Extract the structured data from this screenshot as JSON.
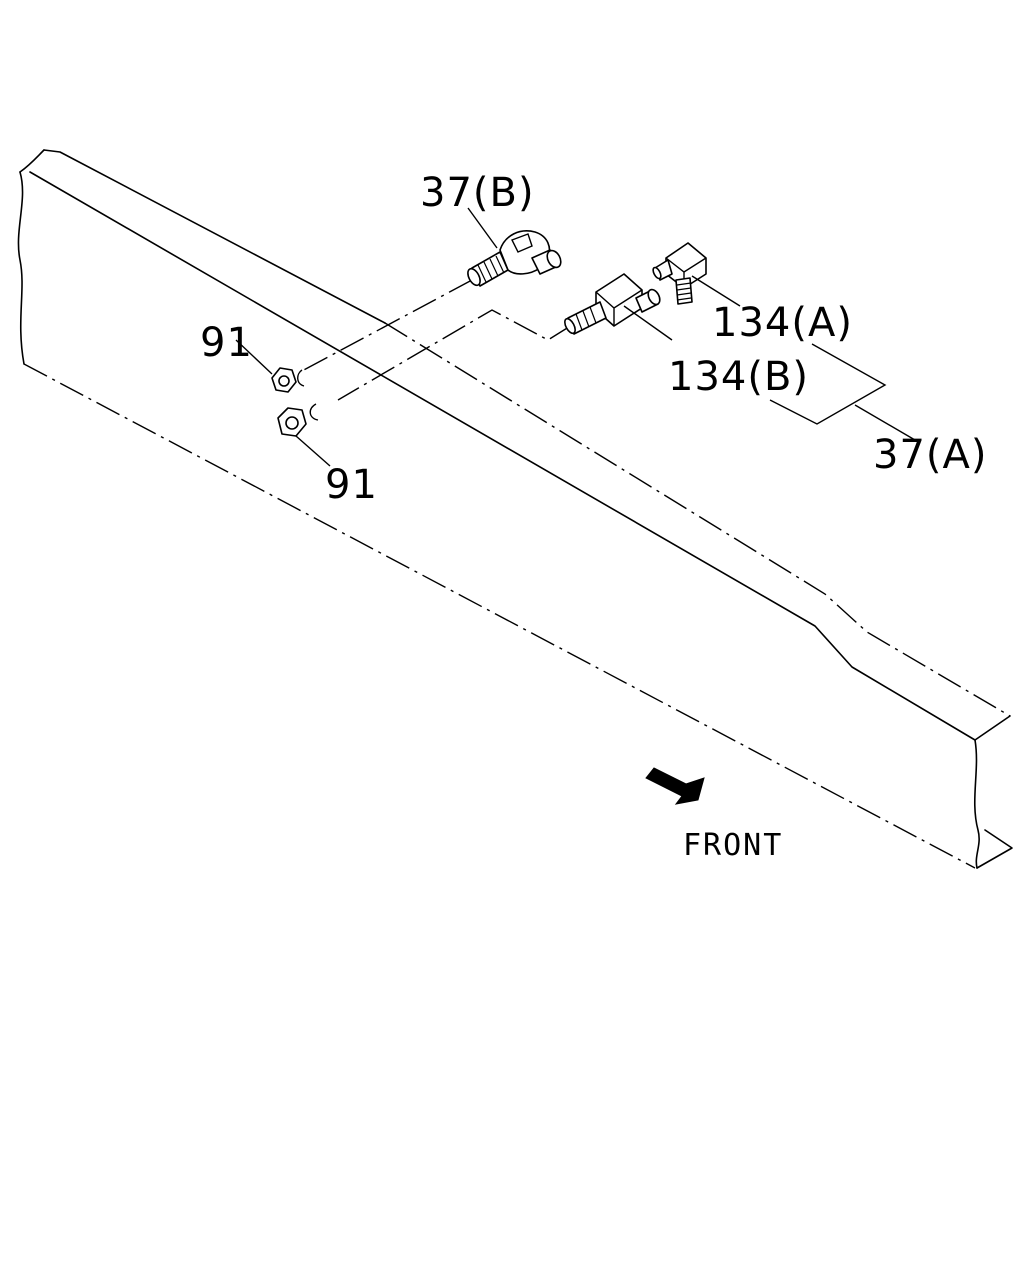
{
  "labels": {
    "part_37b": "37(B)",
    "part_134a": "134(A)",
    "part_134b": "134(B)",
    "part_37a": "37(A)",
    "part_91_upper": "91",
    "part_91_lower": "91",
    "direction": "FRONT"
  },
  "colors": {
    "line": "#000000",
    "background": "#ffffff"
  },
  "icons": {
    "direction_arrow": "front-arrow-icon"
  }
}
